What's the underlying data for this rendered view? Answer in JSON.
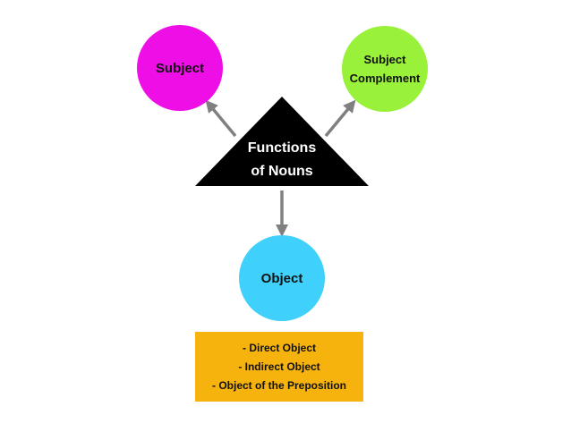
{
  "center": {
    "line1": "Functions",
    "line2": "of Nouns",
    "color": "#000000",
    "text_color": "#ffffff"
  },
  "nodes": {
    "subject": {
      "label": "Subject",
      "color": "#ee0ee6"
    },
    "subject_complement": {
      "line1": "Subject",
      "line2": "Complement",
      "color": "#99f13a"
    },
    "object": {
      "label": "Object",
      "color": "#3fd0fb"
    }
  },
  "object_types": {
    "color": "#f7b30d",
    "items": [
      "- Direct Object",
      "- Indirect Object",
      "- Object of the Preposition"
    ]
  },
  "arrow_color": "#808080"
}
